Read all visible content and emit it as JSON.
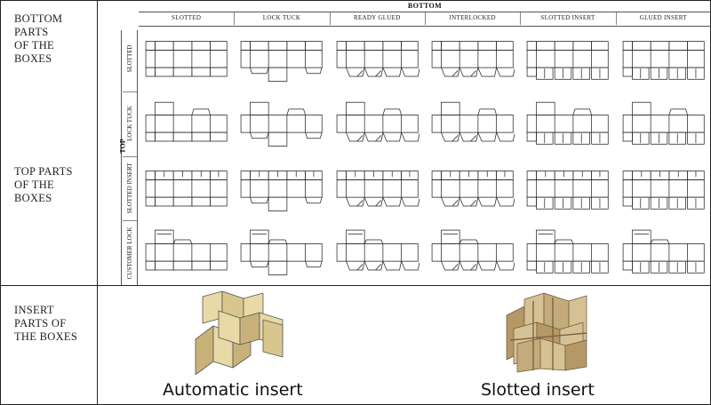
{
  "side_labels": {
    "bottom": "BOTTOM\nPARTS\nOF THE\nBOXES",
    "top": "TOP PARTS\nOF THE\nBOXES",
    "insert": "INSERT\nPARTS OF\nTHE BOXES"
  },
  "matrix": {
    "bottom_title": "BOTTOM",
    "top_title": "TOP",
    "columns": [
      "SLOTTED",
      "LOCK TUCK",
      "READY GLUED",
      "INTERLOCKED",
      "SLOTTED INSERT",
      "GLUED INSERT"
    ],
    "rows": [
      "SLOTTED",
      "LOCK TUCK",
      "SLOTTED INSERT",
      "CUSTOMER LOCK"
    ]
  },
  "inserts": {
    "automatic_caption": "Automatic insert",
    "slotted_caption": "Slotted insert"
  },
  "colors": {
    "line": "#222222",
    "insert_face": "#e8d9a6",
    "insert_face_dark": "#c9b27a",
    "slotted_face": "#d6c194",
    "slotted_face_dark": "#b49866"
  }
}
